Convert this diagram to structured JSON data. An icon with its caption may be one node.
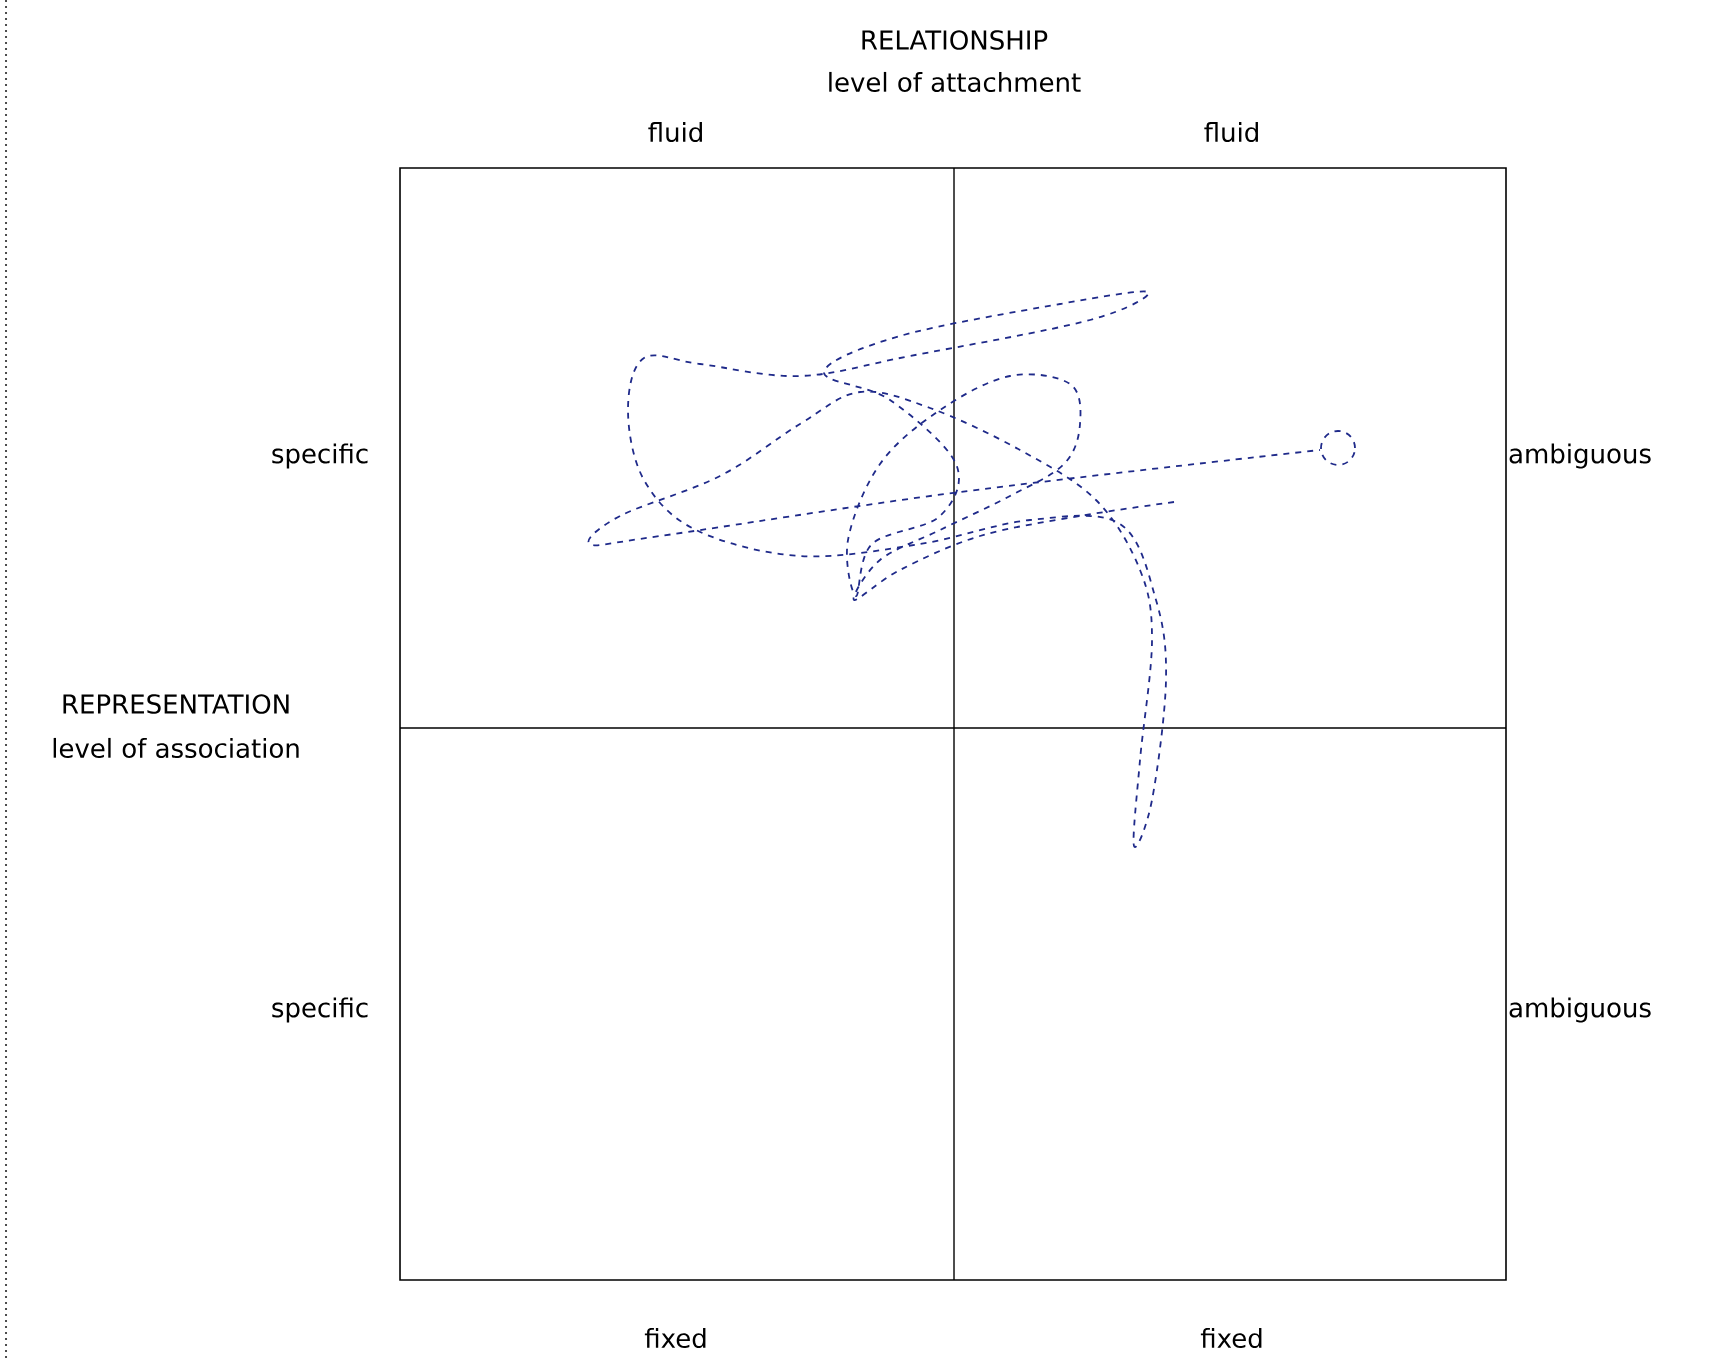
{
  "diagram": {
    "labels": [
      "RELATIONSHIP",
      "level of attachment",
      "fluid",
      "fluid",
      "specific",
      "ambiguous",
      "REPRESENTATION",
      "level of association",
      "specific",
      "ambiguous",
      "fixed",
      "fixed"
    ]
  }
}
